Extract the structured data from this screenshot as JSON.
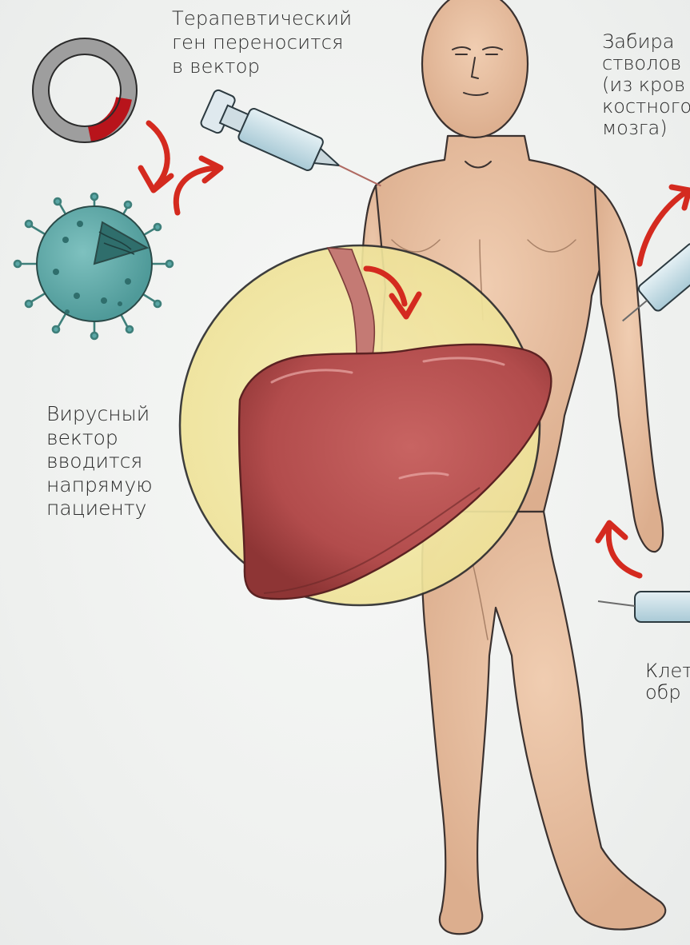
{
  "labels": {
    "gene_to_vector": "Терапевтический\nген переносится\nв вектор",
    "viral_vector": "Вирусный\nвектор\nвводится\nнапрямую\nпациенту",
    "stem_cells_partial": "Забира\nстволов\n(из кров\nкостного\nмозга)",
    "cells_partial": "Клет\nобр"
  },
  "illustration": {
    "elements": [
      "plasmid-ring",
      "viral-vector-particle",
      "syringe",
      "human-figure",
      "liver-organ",
      "highlight-circle",
      "red-arrows"
    ],
    "colors": {
      "arrow_red": "#d42a1f",
      "plasmid_red": "#b8141b",
      "virus_teal": "#5aa7a6",
      "skin": "#e8c1a3",
      "liver": "#b75150",
      "highlight_yellow": "#f3eaa6",
      "text": "#2a2a2a"
    }
  }
}
